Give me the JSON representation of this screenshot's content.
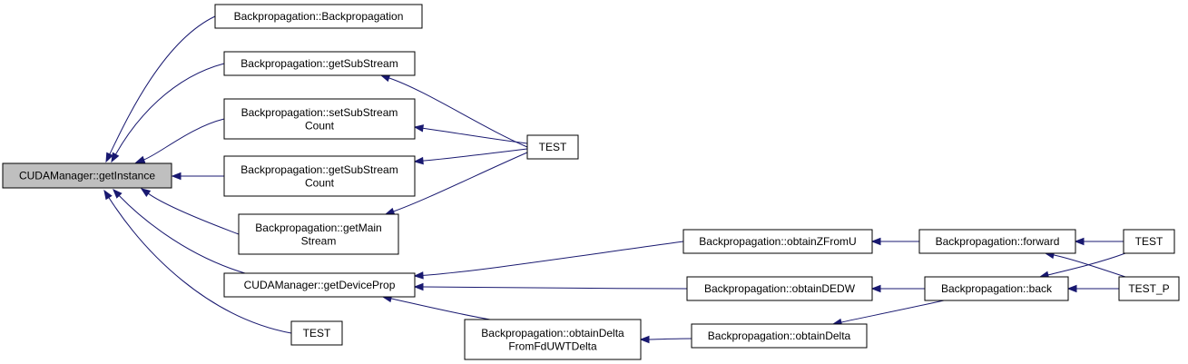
{
  "graph": {
    "nodes": [
      {
        "id": "root",
        "lines": [
          "CUDAManager::getInstance"
        ],
        "root": true
      },
      {
        "id": "bp_ctor",
        "lines": [
          "Backpropagation::Backpropagation"
        ]
      },
      {
        "id": "bp_getSubStream",
        "lines": [
          "Backpropagation::getSubStream"
        ]
      },
      {
        "id": "bp_setSubStreamCount",
        "lines": [
          "Backpropagation::setSubStream",
          "Count"
        ]
      },
      {
        "id": "bp_getSubStreamCount",
        "lines": [
          "Backpropagation::getSubStream",
          "Count"
        ]
      },
      {
        "id": "bp_getMainStream",
        "lines": [
          "Backpropagation::getMain",
          "Stream"
        ]
      },
      {
        "id": "cm_getDeviceProp",
        "lines": [
          "CUDAManager::getDeviceProp"
        ]
      },
      {
        "id": "test_a",
        "lines": [
          "TEST"
        ]
      },
      {
        "id": "test_b",
        "lines": [
          "TEST"
        ]
      },
      {
        "id": "bp_obtainZFromU",
        "lines": [
          "Backpropagation::obtainZFromU"
        ]
      },
      {
        "id": "bp_obtainDEDW",
        "lines": [
          "Backpropagation::obtainDEDW"
        ]
      },
      {
        "id": "bp_obtainDeltaFromFdUWTDelta",
        "lines": [
          "Backpropagation::obtainDelta",
          "FromFdUWTDelta"
        ]
      },
      {
        "id": "bp_obtainDelta",
        "lines": [
          "Backpropagation::obtainDelta"
        ]
      },
      {
        "id": "bp_forward",
        "lines": [
          "Backpropagation::forward"
        ]
      },
      {
        "id": "bp_back",
        "lines": [
          "Backpropagation::back"
        ]
      },
      {
        "id": "test_c",
        "lines": [
          "TEST"
        ]
      },
      {
        "id": "test_p",
        "lines": [
          "TEST_P"
        ]
      }
    ],
    "edges": [
      {
        "from": "bp_ctor",
        "to": "root"
      },
      {
        "from": "bp_getSubStream",
        "to": "root"
      },
      {
        "from": "bp_setSubStreamCount",
        "to": "root"
      },
      {
        "from": "bp_getSubStreamCount",
        "to": "root"
      },
      {
        "from": "bp_getMainStream",
        "to": "root"
      },
      {
        "from": "cm_getDeviceProp",
        "to": "root"
      },
      {
        "from": "test_b",
        "to": "root"
      },
      {
        "from": "test_a",
        "to": "bp_getSubStream"
      },
      {
        "from": "test_a",
        "to": "bp_setSubStreamCount"
      },
      {
        "from": "test_a",
        "to": "bp_getSubStreamCount"
      },
      {
        "from": "test_a",
        "to": "bp_getMainStream"
      },
      {
        "from": "bp_obtainZFromU",
        "to": "cm_getDeviceProp"
      },
      {
        "from": "bp_obtainDEDW",
        "to": "cm_getDeviceProp"
      },
      {
        "from": "bp_obtainDeltaFromFdUWTDelta",
        "to": "cm_getDeviceProp"
      },
      {
        "from": "bp_forward",
        "to": "bp_obtainZFromU"
      },
      {
        "from": "bp_back",
        "to": "bp_obtainDEDW"
      },
      {
        "from": "bp_obtainDelta",
        "to": "bp_obtainDeltaFromFdUWTDelta"
      },
      {
        "from": "bp_back",
        "to": "bp_obtainDelta"
      },
      {
        "from": "test_c",
        "to": "bp_forward"
      },
      {
        "from": "test_p",
        "to": "bp_forward"
      },
      {
        "from": "test_c",
        "to": "bp_back"
      },
      {
        "from": "test_p",
        "to": "bp_back"
      }
    ]
  }
}
